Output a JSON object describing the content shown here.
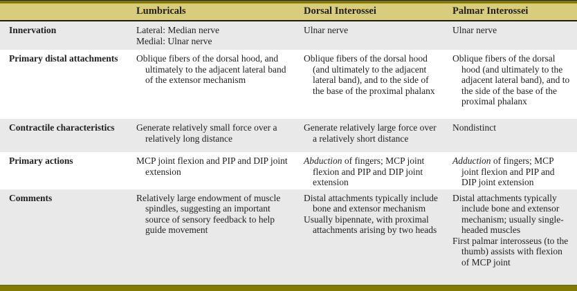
{
  "theme": {
    "accent_bar_color": "#837a06",
    "header_bg": "#d8cd7d",
    "shaded_row_bg": "#e9e9e9",
    "rule_color": "#1a1a1a",
    "text_color": "#1f1f1f"
  },
  "header": {
    "label_col": "",
    "lumbricals": "Lumbricals",
    "dorsal": "Dorsal Interossei",
    "palmar": "Palmar Interossei"
  },
  "rows": {
    "innervation": {
      "label": "Innervation",
      "lumbricals_line1": "Lateral: Median nerve",
      "lumbricals_line2": "Medial: Ulnar nerve",
      "dorsal": "Ulnar nerve",
      "palmar": "Ulnar nerve"
    },
    "distal": {
      "label": "Primary distal attachments",
      "lumbricals": "Oblique fibers of the dorsal hood, and ultimately to the adjacent lateral band of the extensor mechanism",
      "dorsal": "Oblique fibers of the dorsal hood (and ultimately to the adjacent lateral band), and to the side of the base of the proximal phalanx",
      "palmar": "Oblique fibers of the dorsal hood (and ultimately to the adjacent lateral band), and to the side of the base of the proximal phalanx"
    },
    "contractile": {
      "label": "Contractile characteristics",
      "lumbricals": "Generate relatively small force over a relatively long distance",
      "dorsal": "Generate relatively large force over a relatively short distance",
      "palmar": "Nondistinct"
    },
    "actions": {
      "label": "Primary actions",
      "lumbricals": "MCP joint flexion and PIP and DIP joint extension",
      "dorsal_lead_italic": "Abduction",
      "dorsal_rest": " of fingers; MCP joint flexion and PIP and DIP joint extension",
      "palmar_lead_italic": "Adduction",
      "palmar_rest": " of fingers; MCP joint flexion and PIP and DIP joint extension"
    },
    "comments": {
      "label": "Comments",
      "lumbricals": "Relatively large endowment of muscle spindles, suggesting an important source of sensory feedback to help guide movement",
      "dorsal_p1": "Distal attachments typically include bone and extensor mechanism",
      "dorsal_p2": "Usually bipennate, with proximal attachments arising by two heads",
      "palmar_p1": "Distal attachments typically include bone and extensor mechanism; usually single-headed muscles",
      "palmar_p2": "First palmar interosseus (to the thumb) assists with flexion of MCP joint"
    }
  }
}
